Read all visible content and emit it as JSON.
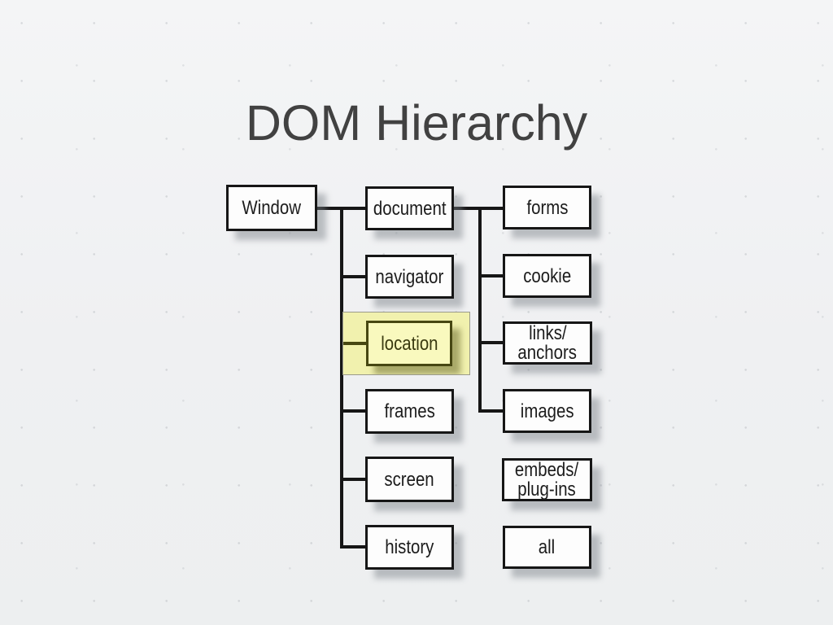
{
  "slide": {
    "title": "DOM Hierarchy"
  },
  "diagram": {
    "nodes": {
      "window": {
        "lines": [
          "Window"
        ]
      },
      "document": {
        "lines": [
          "document"
        ]
      },
      "navigator": {
        "lines": [
          "navigator"
        ]
      },
      "location": {
        "lines": [
          "location"
        ],
        "highlighted": true
      },
      "frames": {
        "lines": [
          "frames"
        ]
      },
      "screen": {
        "lines": [
          "screen"
        ]
      },
      "history": {
        "lines": [
          "history"
        ]
      },
      "forms": {
        "lines": [
          "forms"
        ]
      },
      "cookie": {
        "lines": [
          "cookie"
        ]
      },
      "links_anchors": {
        "lines": [
          "links/",
          "anchors"
        ]
      },
      "images": {
        "lines": [
          "images"
        ]
      },
      "embeds_plugins": {
        "lines": [
          "embeds/",
          "plug-ins"
        ]
      },
      "all": {
        "lines": [
          "all"
        ]
      }
    },
    "edges": [
      "window-document",
      "window-navigator",
      "window-location",
      "window-frames",
      "window-screen",
      "window-history",
      "document-forms",
      "document-cookie",
      "document-links_anchors",
      "document-images"
    ],
    "colors": {
      "box_fill": "#fdfdfd",
      "box_border": "#161616",
      "line": "#161616",
      "shadow": "#b9bcbf",
      "highlight_fill": "#f1f1ae",
      "highlight_box_fill": "#f9f9be",
      "highlight_border": "#474712",
      "background": "#f0f1f2",
      "title_color": "#414141"
    }
  }
}
